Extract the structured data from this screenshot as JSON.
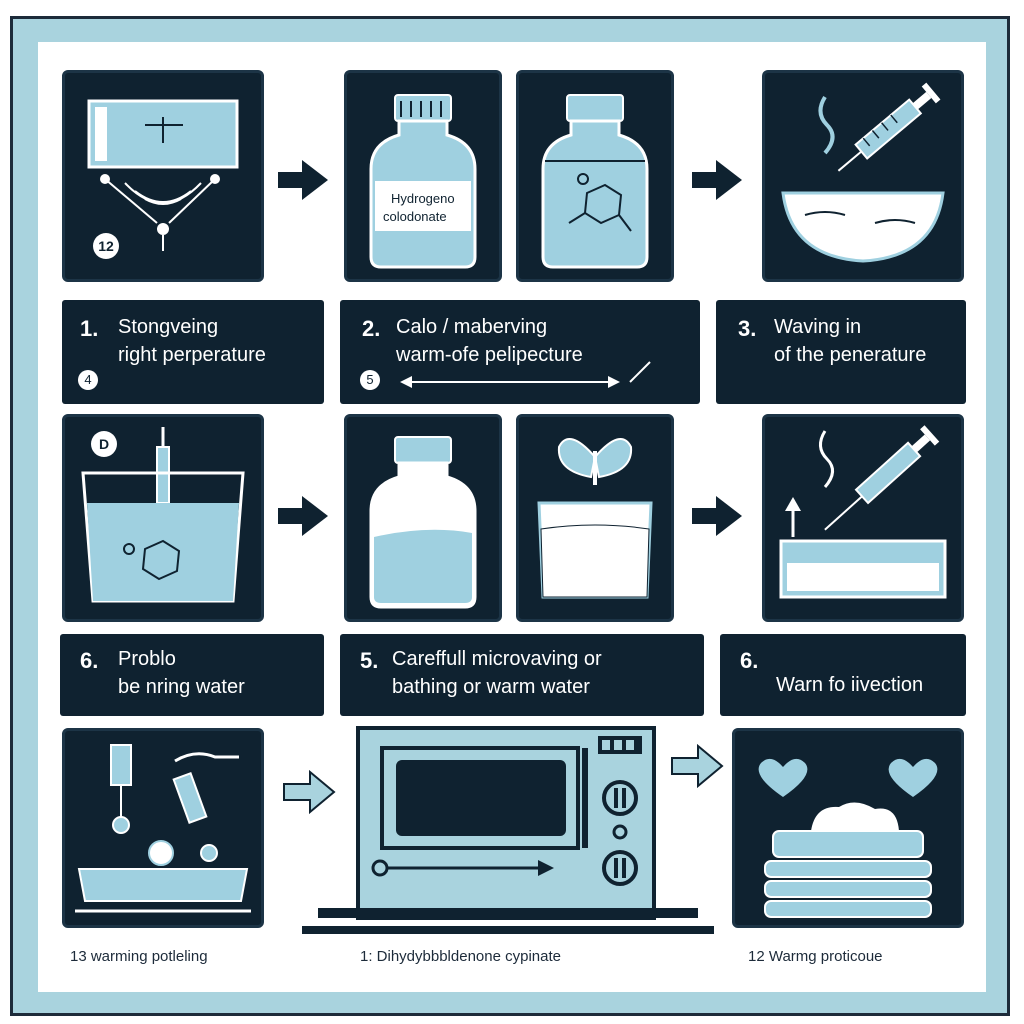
{
  "row1": {
    "panel1_badge": "12",
    "bottle_label_line1": "Hydrogeno",
    "bottle_label_line2": "colodonate"
  },
  "labels": [
    {
      "num": "1.",
      "line1": "Stongveing",
      "line2": "right perperature",
      "small": "4"
    },
    {
      "num": "2.",
      "line1": "Calo / maberving",
      "line2": "warm-ofe pelipecture",
      "small": "5"
    },
    {
      "num": "3.",
      "line1": "Waving in",
      "line2": "of the penerature"
    },
    {
      "num": "6.",
      "line1": "Problo",
      "line2": "be nring water"
    },
    {
      "num": "5.",
      "line1": "Careffull microvaving or",
      "line2": "bathing or warm water"
    },
    {
      "num": "6.",
      "line1": "Warn fo iivection"
    }
  ],
  "row2": {
    "panel_badge": "D"
  },
  "captions": [
    "13 warming potleling",
    "1: Dihydybbbldenone cypinate",
    "12 Warmg proticoue"
  ],
  "colors": {
    "panel_bg": "#0f2230",
    "accent_light_blue": "#a9d3de",
    "liquid_blue": "#9fd0e0"
  }
}
